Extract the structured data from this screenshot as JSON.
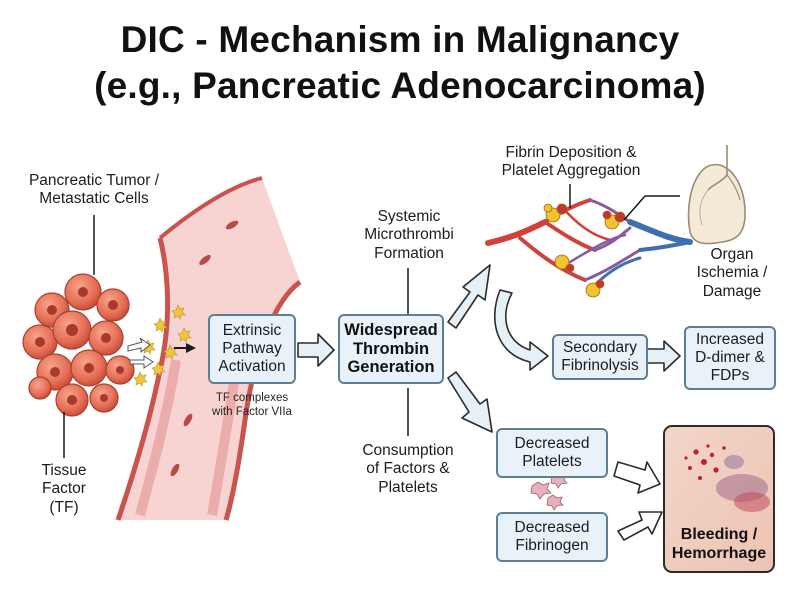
{
  "title": {
    "line1": "DIC - Mechanism in Malignancy",
    "line2": "(e.g., Pancreatic Adenocarcinoma)"
  },
  "labels": {
    "tumor": "Pancreatic Tumor /\nMetastatic Cells",
    "tissue_factor": "Tissue\nFactor\n(TF)",
    "tf_complex": "TF complexes\nwith Factor VIIa",
    "microthrombi": "Systemic\nMicrothrombi\nFormation",
    "consumption": "Consumption\nof Factors &\nPlatelets",
    "fibrin": "Fibrin Deposition &\nPlatelet Aggregation",
    "organ": "Organ\nIschemia /\nDamage"
  },
  "boxes": {
    "extrinsic": "Extrinsic\nPathway\nActivation",
    "thrombin": "Widespread\nThrombin\nGeneration",
    "fibrinolysis": "Secondary\nFibrinolysis",
    "ddimer": "Increased\nD-dimer &\nFDPs",
    "platelets": "Decreased\nPlatelets",
    "fibrinogen": "Decreased\nFibrinogen",
    "bleeding": "Bleeding /\nHemorrhage"
  },
  "colors": {
    "box_border": "#5d7f95",
    "box_fill": "#e9f2f8",
    "arrow_fill": "#e6f0f7",
    "tumor": "#e8735a",
    "vessel": "#e7a3a3",
    "arterial": "#d0413c",
    "venous": "#3f6fb0",
    "clot": "#f2c230"
  }
}
